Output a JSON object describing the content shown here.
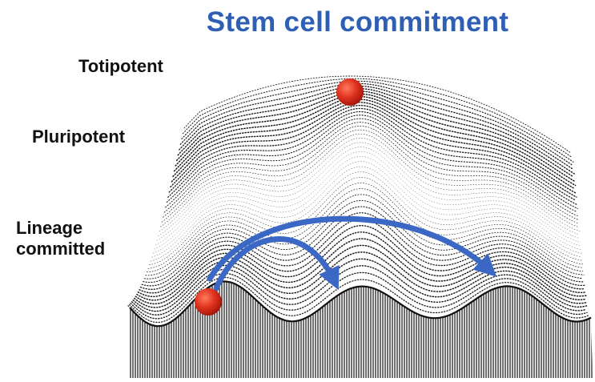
{
  "title": "Stem cell commitment",
  "labels": {
    "totipotent": "Totipotent",
    "pluripotent": "Pluripotent",
    "lineage_1": "Lineage",
    "lineage_2": "committed"
  },
  "colors": {
    "title": "#2f5fb3",
    "ball": "#e0331f",
    "arrow": "#3b68c4",
    "ink": "#111111"
  },
  "icons": {
    "ball": "cell-ball-icon",
    "arrow": "curved-arrow-icon"
  }
}
